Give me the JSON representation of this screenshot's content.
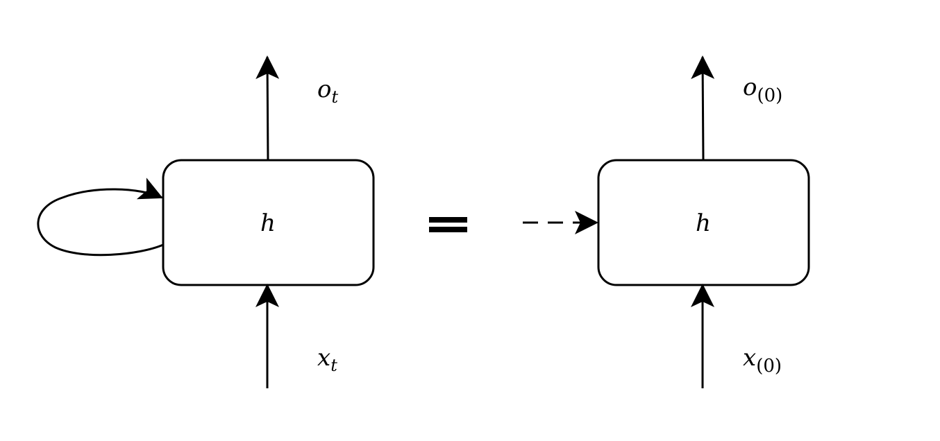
{
  "left_cell": {
    "state_label": "h",
    "output_label": {
      "base": "o",
      "subscript": "t"
    },
    "input_label": {
      "base": "x",
      "subscript": "t"
    }
  },
  "equals_sign": "=",
  "right_cell": {
    "state_label": "h",
    "output_label": {
      "base": "o",
      "subscript": "(0)"
    },
    "input_label": {
      "base": "x",
      "subscript": "(0)"
    }
  },
  "colors": {
    "stroke": "#000000",
    "background": "#ffffff"
  }
}
